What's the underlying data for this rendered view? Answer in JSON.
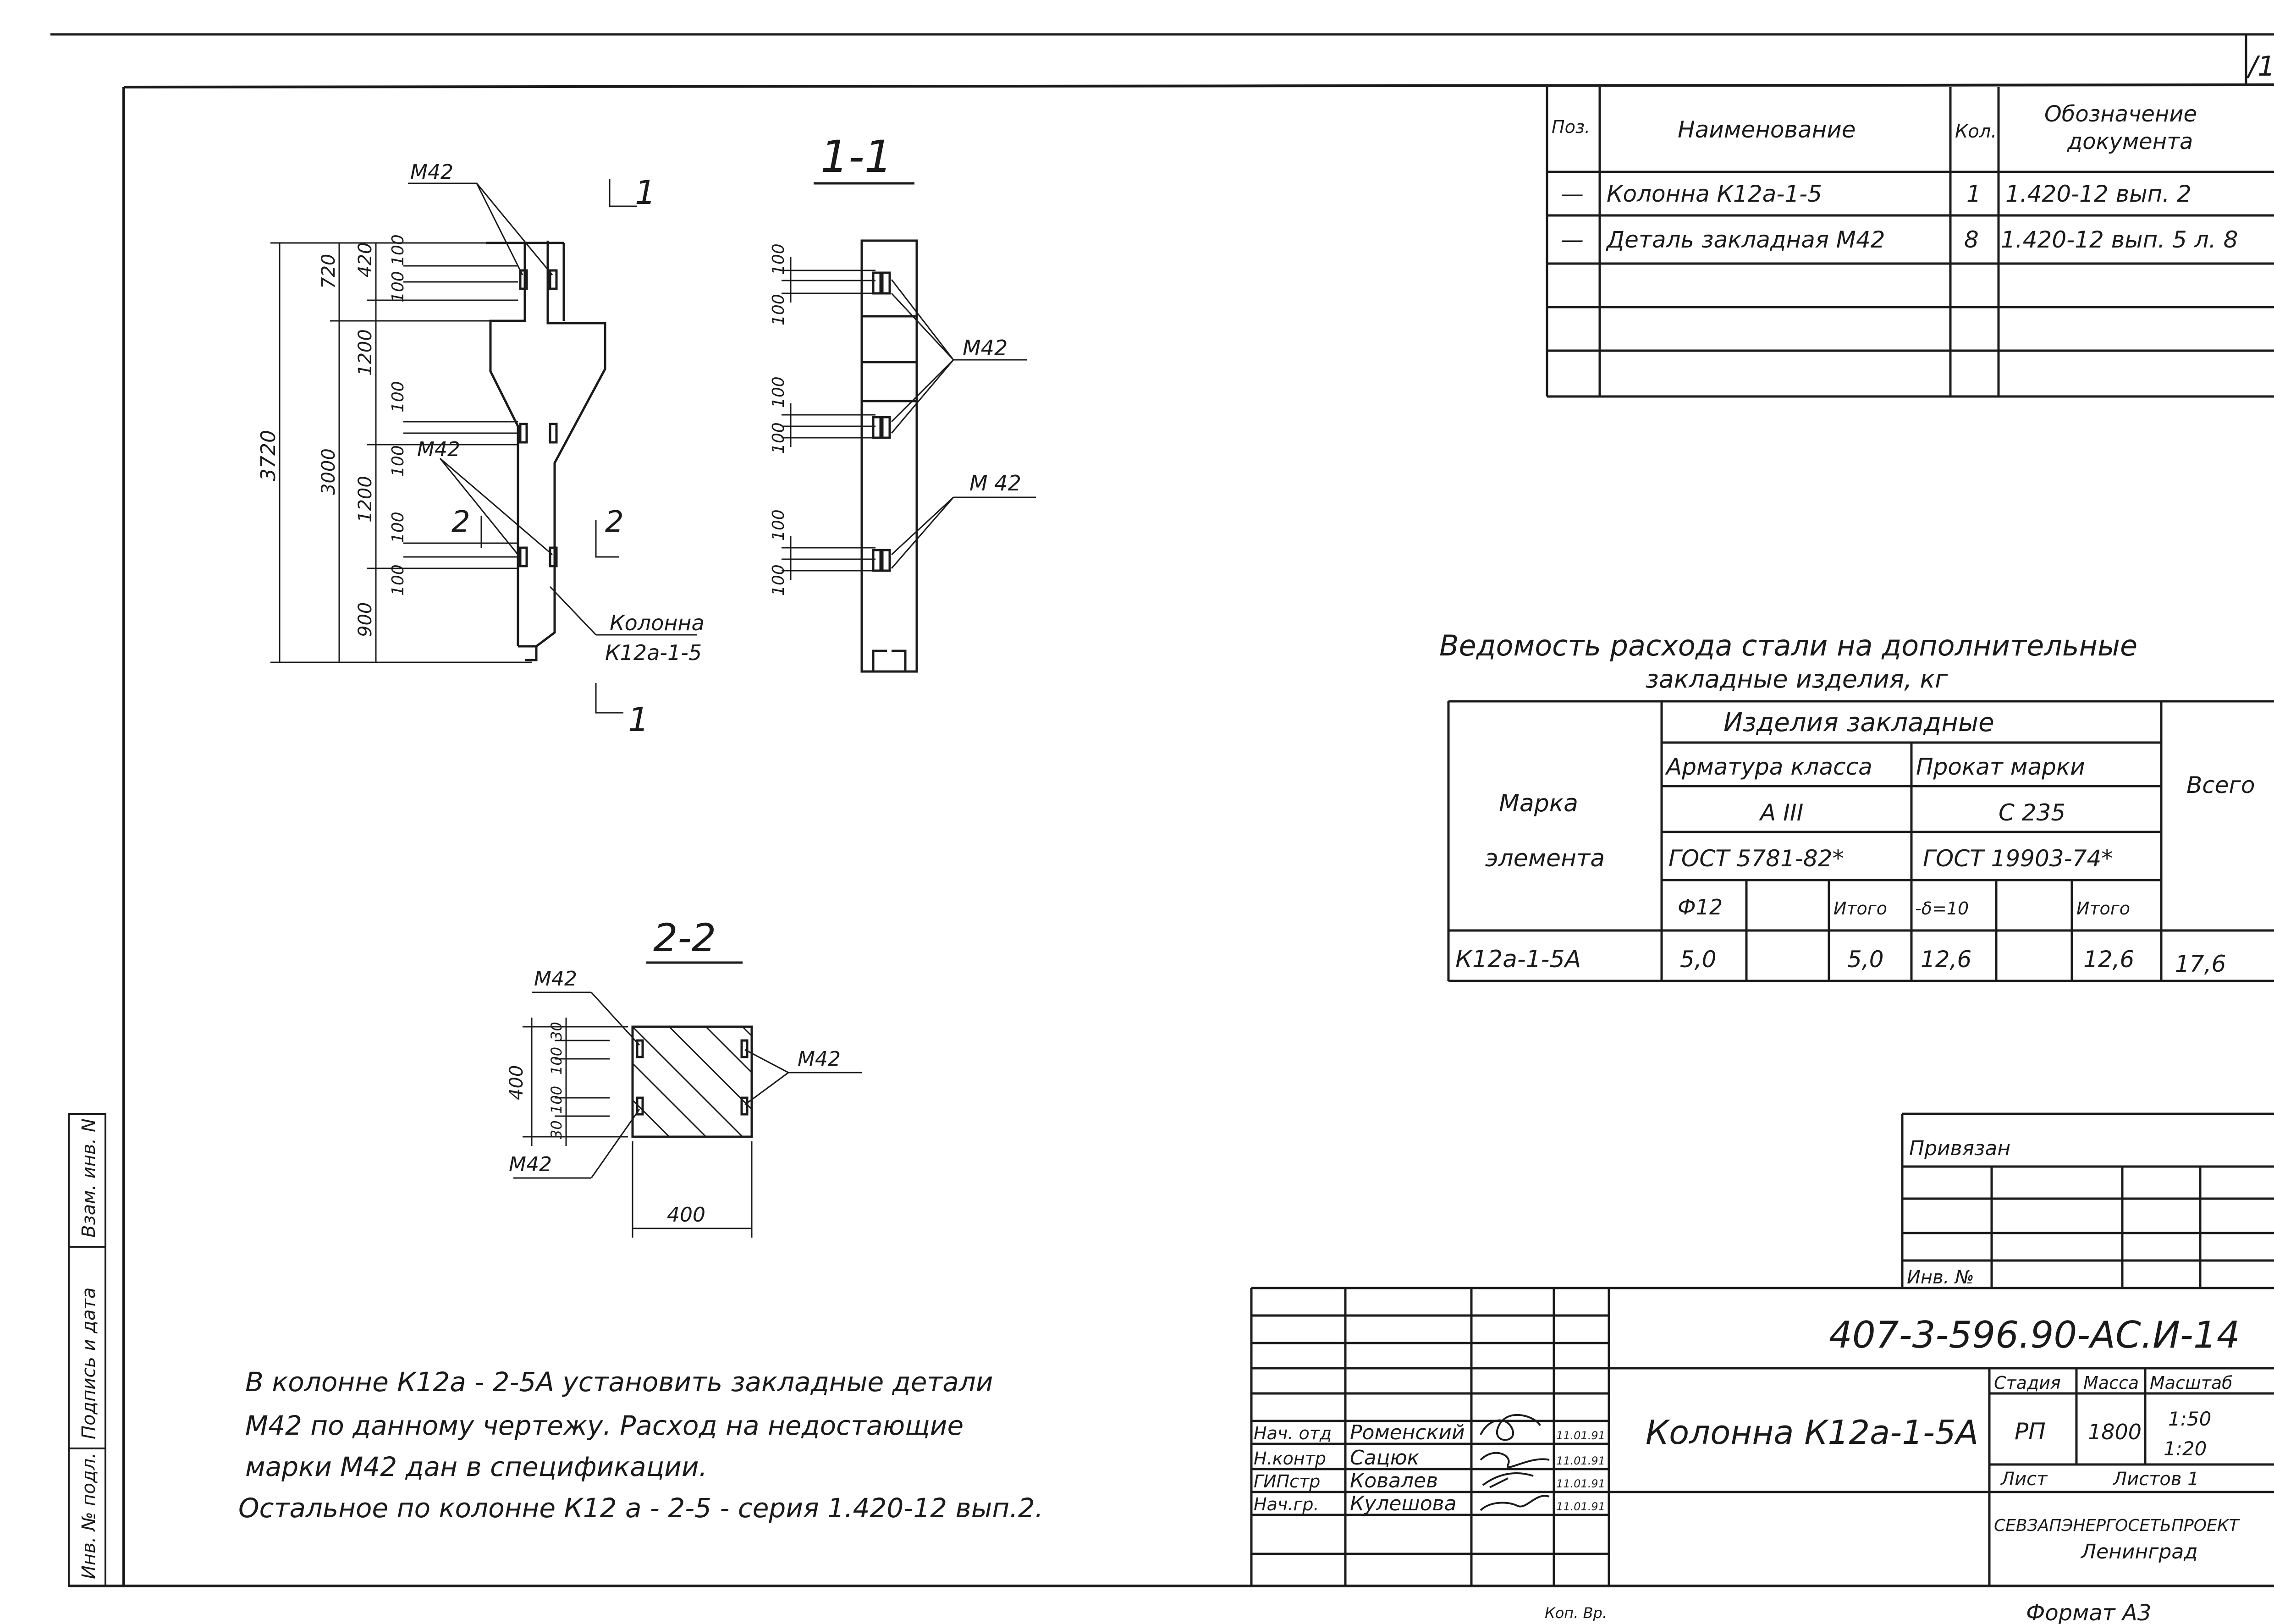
{
  "page_number": "/1",
  "section_1_label": "1-1",
  "section_2_label": "2-2",
  "cut_1": "1",
  "cut_2": "2",
  "elevation": {
    "dims_outer": [
      "3720"
    ],
    "dims_mid": [
      "720",
      "3000"
    ],
    "dims_inner": [
      "420",
      "1200",
      "1200",
      "900"
    ],
    "dims_small": [
      "100",
      "100",
      "100",
      "100",
      "100",
      "100"
    ],
    "labels": [
      "M42",
      "M42"
    ],
    "column_label_1": "Колонна",
    "column_label_2": "К12а-1-5"
  },
  "section_11": {
    "dims": [
      "100",
      "100",
      "100",
      "100",
      "100",
      "100"
    ],
    "labels": [
      "M42",
      "M 42"
    ]
  },
  "section_22": {
    "dims": [
      "400",
      "30",
      "100",
      "100",
      "30",
      "400"
    ],
    "labels": [
      "M42",
      "M42",
      "M42"
    ]
  },
  "spec_table": {
    "headers": [
      "Поз.",
      "Наименование",
      "Кол.",
      "Обозначение",
      "документа"
    ],
    "rows": [
      [
        "—",
        "Колонна  К12а-1-5",
        "1",
        "1.420-12 вып. 2"
      ],
      [
        "—",
        "Деталь  закладная М42",
        "8",
        "1.420-12 вып. 5 л. 8"
      ]
    ]
  },
  "steel_table": {
    "title_1": "Ведомость  расхода  стали на дополнительные",
    "title_2": "закладные  изделия,  кг",
    "h_mark_1": "Марка",
    "h_mark_2": "элемента",
    "h_items": "Изделия   закладные",
    "h_rebar": "Арматура класса",
    "h_rolled": "Прокат  марки",
    "h_class": "А III",
    "h_grade": "С 235",
    "h_gost1": "ГОСТ 5781-82*",
    "h_gost2": "ГОСТ 19903-74*",
    "h_d": "Ф12",
    "h_sub1": "Итого",
    "h_t": "-δ=10",
    "h_sub2": "Итого",
    "h_total": "Всего",
    "row": [
      "К12а-1-5А",
      "5,0",
      "5,0",
      "12,6",
      "12,6",
      "17,6"
    ]
  },
  "note": [
    "В колонне   К12а - 2-5А  установить закладные детали",
    "М42 по данному  чертежу. Расход на недостающие",
    "марки  М42  дан   в спецификации.",
    "Остальное по колонне  К12 а - 2-5 - серия  1.420-12  вып.2."
  ],
  "side_stamp": [
    "Инв. № подл.",
    "Подпись и дата",
    "Взам. инв. N"
  ],
  "binding": {
    "label": "Привязан",
    "inv": "Инв. №"
  },
  "title_block": {
    "code": "407-3-596.90-АС.И-14",
    "name": "Колонна К12а-1-5А",
    "people": [
      {
        "role": "Нач. отд",
        "name": "Роменский",
        "date": "11.01.91"
      },
      {
        "role": "Н.контр",
        "name": "Сацюк",
        "date": "11.01.91"
      },
      {
        "role": "ГИПстр",
        "name": "Ковалев",
        "date": "11.01.91"
      },
      {
        "role": "Нач.гр.",
        "name": "Кулешова",
        "date": "11.01.91"
      }
    ],
    "stage_h": "Стадия",
    "mass_h": "Масса",
    "scale_h": "Масштаб",
    "stage": "РП",
    "mass": "1800",
    "scale_1": "1:50",
    "scale_2": "1:20",
    "sheet_h": "Лист",
    "sheets_h": "Листов 1",
    "org_1": "СЕВЗАПЭНЕРГОСЕТЬПРОЕКТ",
    "org_2": "Ленинград",
    "format": "Формат А3",
    "copy": "Коп. Вр."
  }
}
